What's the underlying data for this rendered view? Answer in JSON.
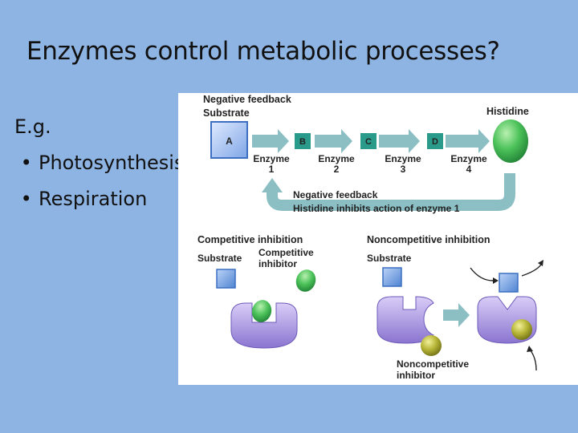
{
  "slide": {
    "title": "Enzymes control metabolic processes?",
    "intro": "E.g.",
    "bullets": [
      "Photosynthesis",
      "Respiration"
    ]
  },
  "figure": {
    "negative_feedback_heading": "Negative feedback",
    "substrate_label": "Substrate",
    "histidine_label": "Histidine",
    "chain_nodes": [
      "A",
      "B",
      "C",
      "D"
    ],
    "enzyme_labels": [
      {
        "word": "Enzyme",
        "num": "1"
      },
      {
        "word": "Enzyme",
        "num": "2"
      },
      {
        "word": "Enzyme",
        "num": "3"
      },
      {
        "word": "Enzyme",
        "num": "4"
      }
    ],
    "feedback_note_1": "Negative feedback",
    "feedback_note_2": "Histidine inhibits action of enzyme 1",
    "competitive_heading": "Competitive inhibition",
    "competitive_substrate": "Substrate",
    "competitive_inhibitor_1": "Competitive",
    "competitive_inhibitor_2": "inhibitor",
    "noncompetitive_heading": "Noncompetitive inhibition",
    "noncompetitive_substrate": "Substrate",
    "noncompetitive_inhibitor_1": "Noncompetitive",
    "noncompetitive_inhibitor_2": "inhibitor"
  },
  "colors": {
    "background": "#8eb4e3",
    "arrow": "#8bbfc4",
    "chain_box": "#2a9a8a",
    "histidine": "#3fb04f",
    "enzyme": "#9a86d8",
    "noncompetitive_inhibitor": "#9aa52a",
    "substrate_box": "#5b8fd6"
  }
}
